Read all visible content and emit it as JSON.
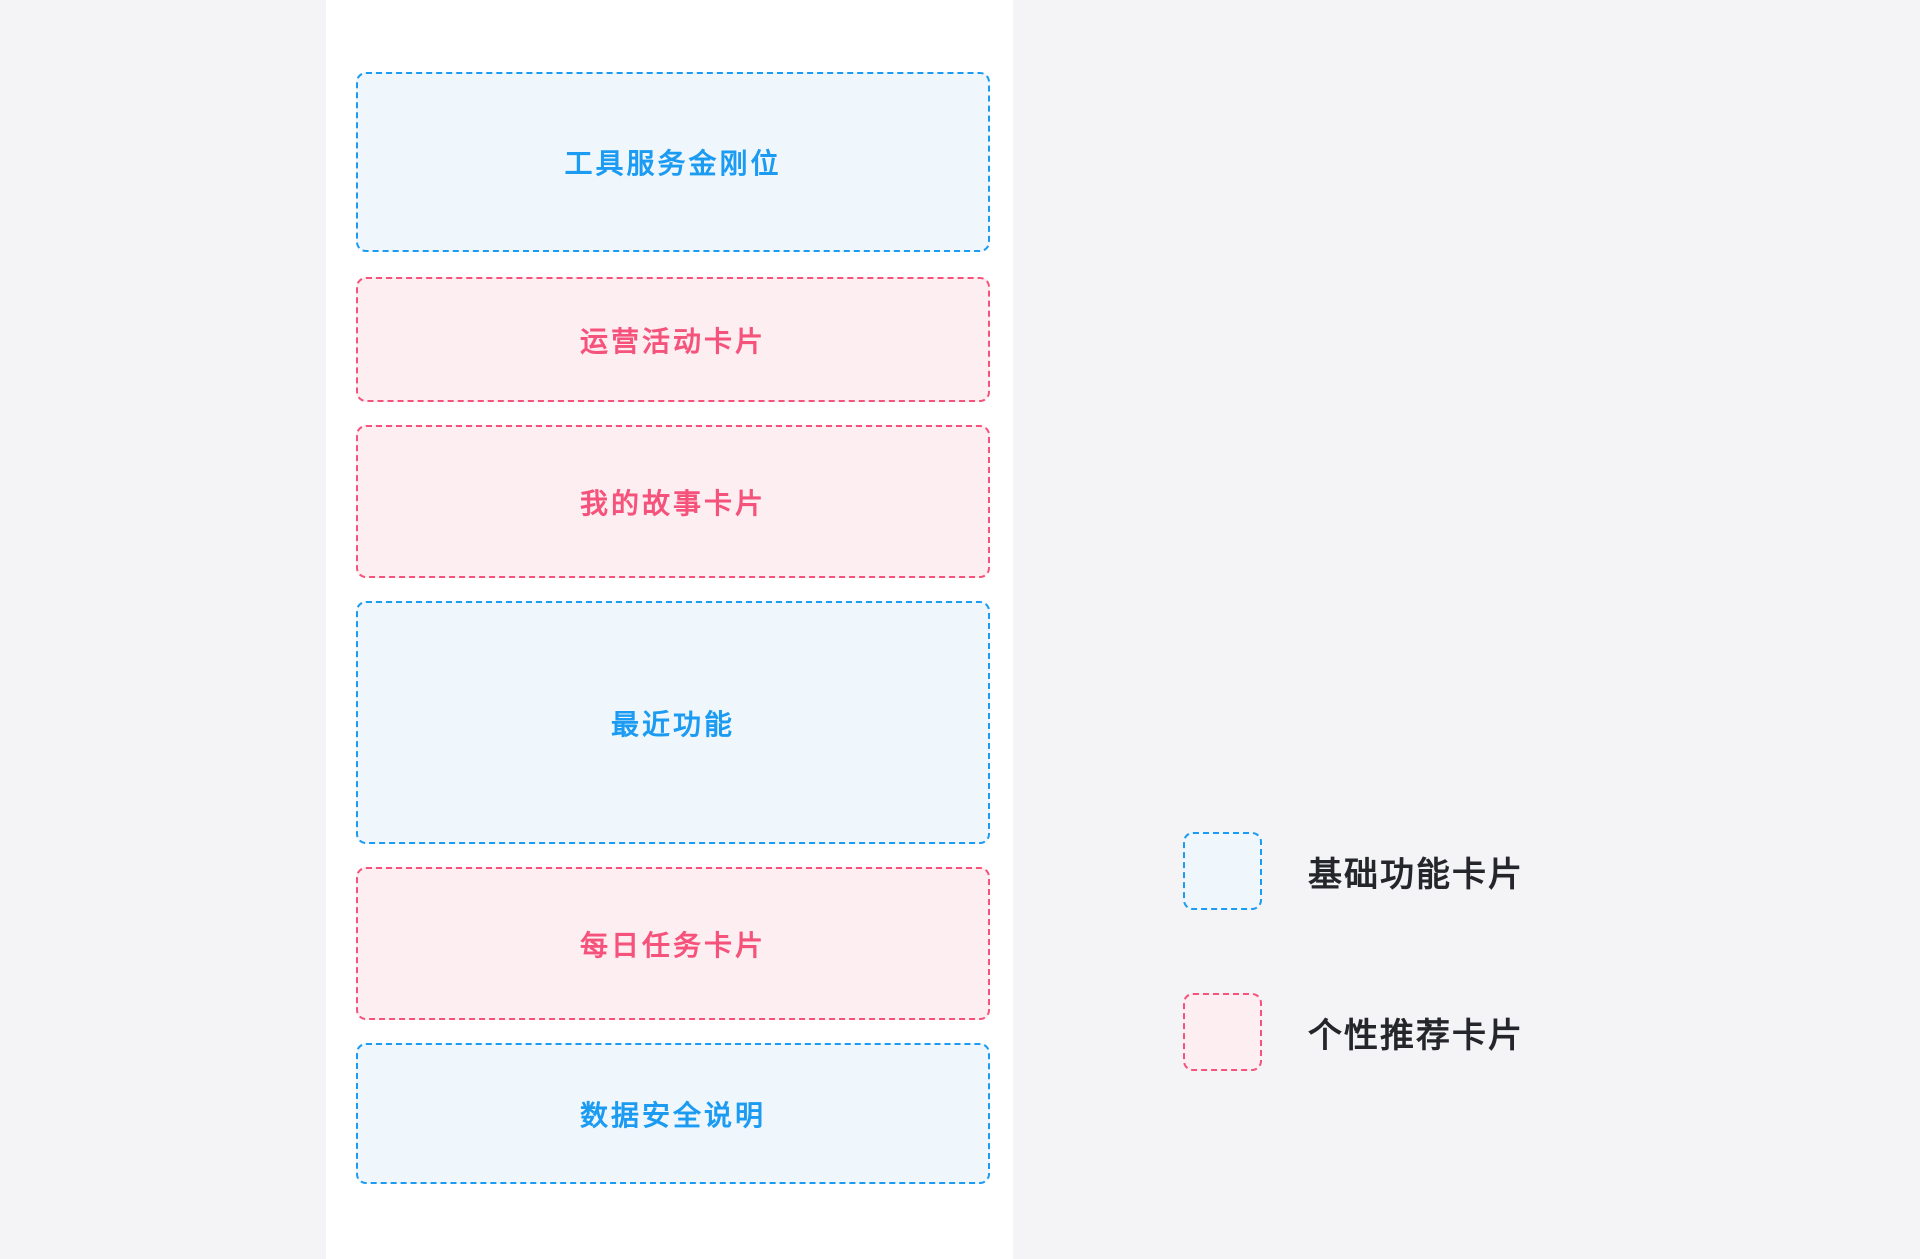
{
  "page": {
    "background_color": "#F4F4F7",
    "panel_color": "#FFFFFF"
  },
  "colors": {
    "basic_border": "#1B9BF2",
    "basic_fill": "#EFF7FD",
    "basic_text": "#1B9BF2",
    "recommend_border": "#F5537B",
    "recommend_fill": "#FDEEF2",
    "recommend_text": "#F5537B",
    "legend_text": "#25262B"
  },
  "cards": [
    {
      "label": "工具服务金刚位",
      "type": "basic"
    },
    {
      "label": "运营活动卡片",
      "type": "recommend"
    },
    {
      "label": "我的故事卡片",
      "type": "recommend"
    },
    {
      "label": "最近功能",
      "type": "basic"
    },
    {
      "label": "每日任务卡片",
      "type": "recommend"
    },
    {
      "label": "数据安全说明",
      "type": "basic"
    }
  ],
  "legend": {
    "items": [
      {
        "label": "基础功能卡片",
        "type": "basic"
      },
      {
        "label": "个性推荐卡片",
        "type": "recommend"
      }
    ]
  }
}
